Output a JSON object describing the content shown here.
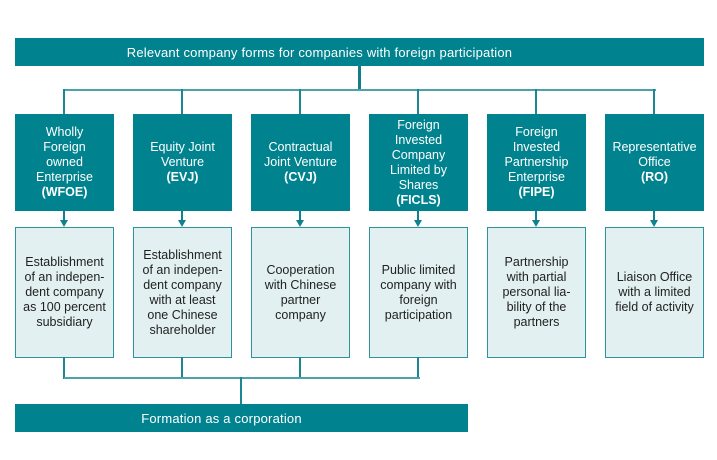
{
  "title_banner": {
    "label": "Relevant company forms for companies with foreign participation"
  },
  "footer_banner": {
    "label": "Formation as a corporation"
  },
  "colors": {
    "teal": "#00838E",
    "light_box_fill": "#E2F0F1",
    "box_border": "#2D929D",
    "connector": "#1C8793",
    "text_on_teal": "#FFFFFF",
    "text_dark": "#1F1F1F",
    "background": "#FFFFFF"
  },
  "columns": [
    {
      "id": "WFOE",
      "header_name": "Wholly\nForeign\nowned\nEnterprise",
      "header_abbr": "(WFOE)",
      "description": "Establishment\nof an indepen-\ndent company\nas 100 percent\nsubsidiary",
      "connects_to_footer": true
    },
    {
      "id": "EVJ",
      "header_name": "Equity Joint\nVenture",
      "header_abbr": "(EVJ)",
      "description": "Establishment\nof an indepen-\ndent company\nwith at least\none Chinese\nshareholder",
      "connects_to_footer": true
    },
    {
      "id": "CVJ",
      "header_name": "Contractual\nJoint Venture",
      "header_abbr": "(CVJ)",
      "description": "Cooperation\nwith Chinese\npartner\ncompany",
      "connects_to_footer": true
    },
    {
      "id": "FICLS",
      "header_name": "Foreign\nInvested\nCompany\nLimited by\nShares",
      "header_abbr": "(FICLS)",
      "description": "Public limited\ncompany with\nforeign\nparticipation",
      "connects_to_footer": true
    },
    {
      "id": "FIPE",
      "header_name": "Foreign\nInvested\nPartnership\nEnterprise",
      "header_abbr": "(FIPE)",
      "description": "Partnership\nwith partial\npersonal lia-\nbility of the\npartners",
      "connects_to_footer": false
    },
    {
      "id": "RO",
      "header_name": "Representative\nOffice",
      "header_abbr": "(RO)",
      "description": "Liaison Office\nwith a limited\nfield of activity",
      "connects_to_footer": false
    }
  ]
}
